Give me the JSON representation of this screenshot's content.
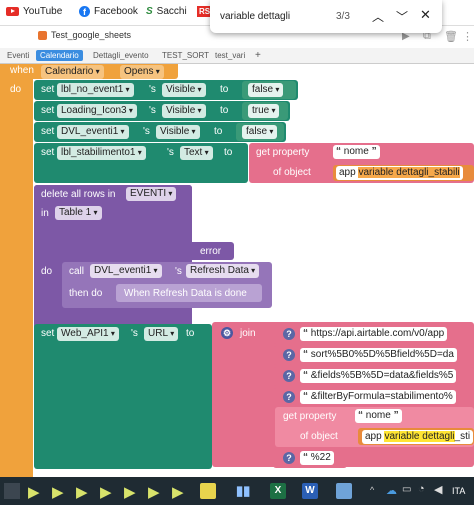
{
  "bookmarks": {
    "youtube": "YouTube",
    "facebook": "Facebook",
    "sacchi": "Sacchi",
    "rs": "RS"
  },
  "findbar": {
    "query": "variable dettagli",
    "count": "3/3"
  },
  "browser_tab": {
    "title": "Test_google_sheets"
  },
  "app_tabs": [
    "Eventi",
    "Calendario",
    "Dettagli_evento",
    "TEST_SORT",
    "test_vari",
    "+"
  ],
  "blocks": {
    "when": "when",
    "calendario": "Calendario",
    "opens": "Opens",
    "do": "do",
    "set": "set",
    "s": "'s",
    "to": "to",
    "lbl_no_event1": "lbl_no_event1",
    "visible": "Visible",
    "false": "false",
    "loading_icon3": "Loading_Icon3",
    "true": "true",
    "dvl_eventi1": "DVL_eventi1",
    "lbl_stabilimento1": "lbl_stabilimento1",
    "text": "Text",
    "get_property": "get property",
    "of_object": "of object",
    "nome": "nome",
    "app": "app",
    "variable_dettagli_stabili": "variable dettagli_stabili",
    "delete_all_rows_in": "delete all rows in",
    "eventi": "EVENTI",
    "in": "in",
    "table1": "Table 1",
    "error": "error",
    "call": "call",
    "refresh_data": "Refresh Data",
    "then_do": "then do",
    "when_refresh_done": "When Refresh Data is done",
    "web_api1": "Web_API1",
    "url": "URL",
    "join": "join",
    "url1": "https://api.airtable.com/v0/app",
    "url2": "sort%5B0%5D%5Bfield%5D=da",
    "url3": "&fields%5B%5D=data&fields%5",
    "url4": "&filterByFormula=stabilimento%",
    "variable_dettagli": "variable dettagli",
    "tail": "_sti",
    "pct22": "%22",
    "web_api_bottom": "Web_API1"
  },
  "taskbar": {
    "lang": "ITA"
  },
  "colors": {
    "event": "#f0a23c",
    "set": "#1f8a6f",
    "text": "#cf5a7a",
    "table": "#7d58a6",
    "call": "#6d4c96",
    "join": "#d75a6f"
  }
}
